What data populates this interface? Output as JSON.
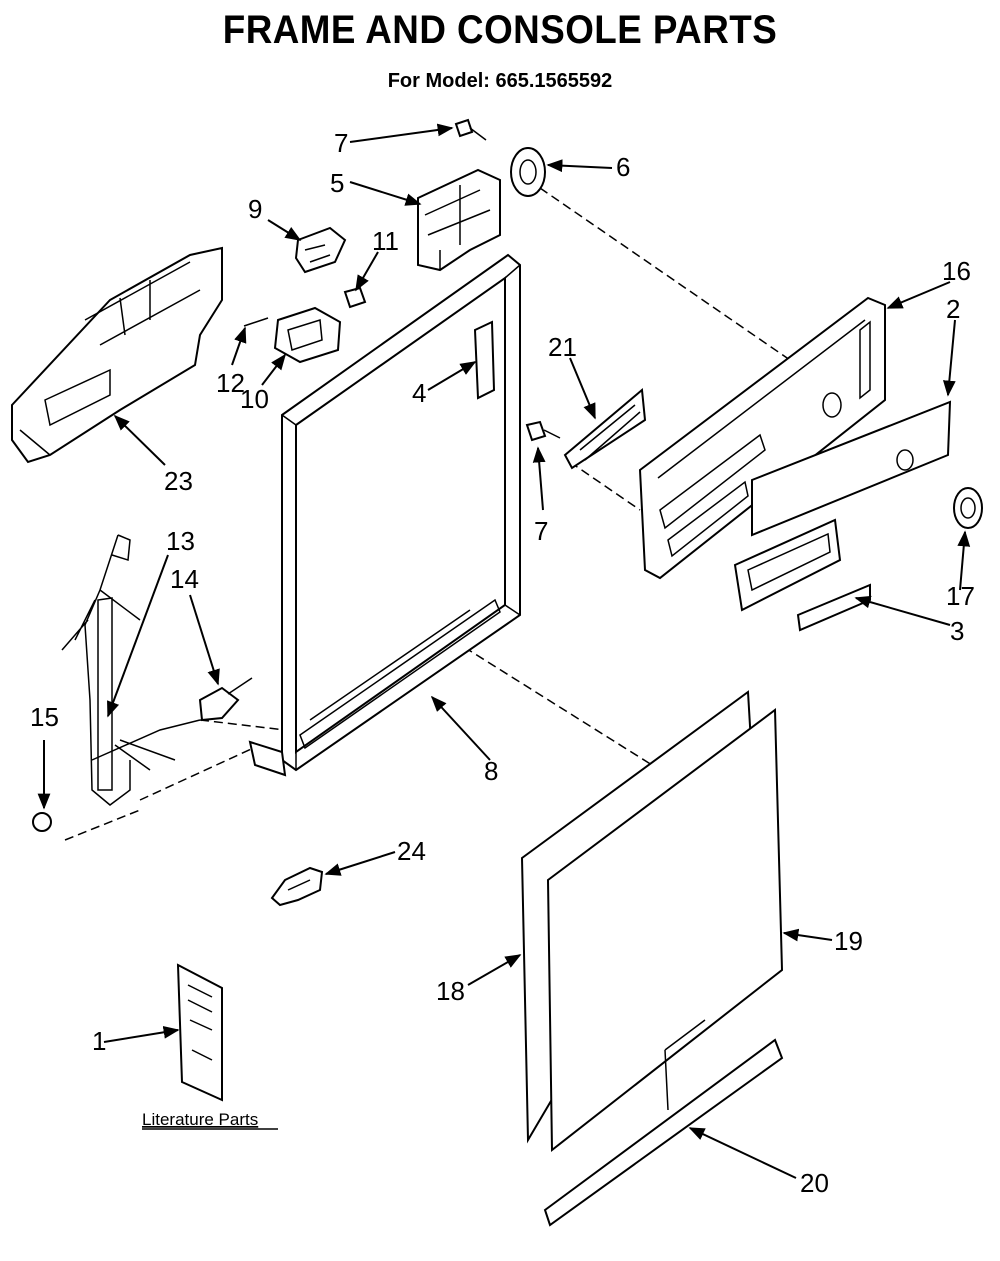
{
  "title": "FRAME AND CONSOLE PARTS",
  "subtitle": "For Model: 665.1565592",
  "literature_label": "Literature Parts",
  "callouts": {
    "c1": "1",
    "c2": "2",
    "c3": "3",
    "c4": "4",
    "c5": "5",
    "c6": "6",
    "c7a": "7",
    "c7b": "7",
    "c8": "8",
    "c9": "9",
    "c10": "10",
    "c11": "11",
    "c12": "12",
    "c13": "13",
    "c14": "14",
    "c15": "15",
    "c16": "16",
    "c17": "17",
    "c18": "18",
    "c19": "19",
    "c20": "20",
    "c21": "21",
    "c23": "23",
    "c24": "24"
  }
}
